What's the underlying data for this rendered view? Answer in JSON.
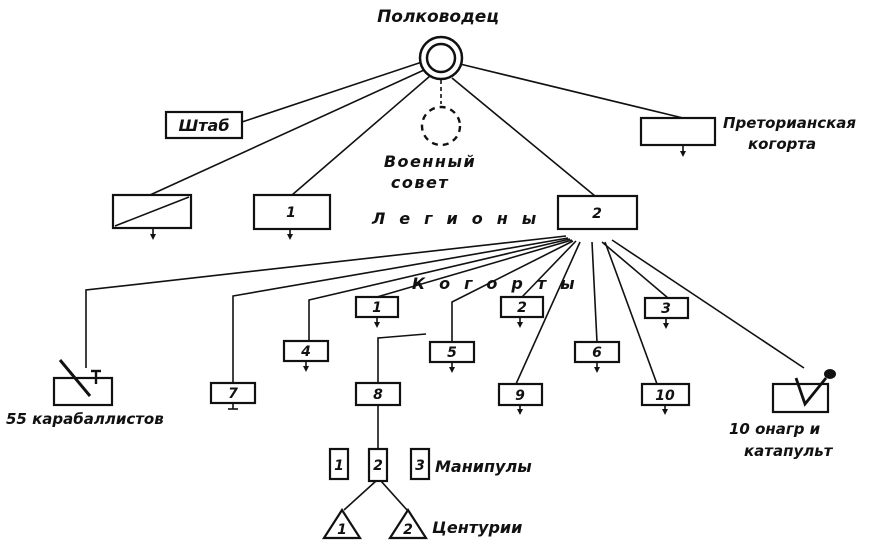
{
  "commander": {
    "label": "Полководец"
  },
  "staff": {
    "label": "Штаб"
  },
  "war_council": {
    "line1": "Военный",
    "line2": "совет"
  },
  "praetorian": {
    "line1": "Преторианская",
    "line2": "когорта"
  },
  "legions": {
    "label": "Легионы",
    "legion_1": "1",
    "legion_2": "2"
  },
  "cohorts": {
    "label": "Когорты",
    "numbers": [
      "1",
      "2",
      "3",
      "4",
      "5",
      "6",
      "7",
      "8",
      "9",
      "10"
    ]
  },
  "carroballistae": {
    "label": "55 карабаллистов"
  },
  "onagers": {
    "line1": "10 онагр и",
    "line2": "катапульт"
  },
  "maniples": {
    "label": "Манипулы",
    "numbers": [
      "1",
      "2",
      "3"
    ]
  },
  "centuries": {
    "label": "Центурии",
    "numbers": [
      "1",
      "2"
    ]
  }
}
